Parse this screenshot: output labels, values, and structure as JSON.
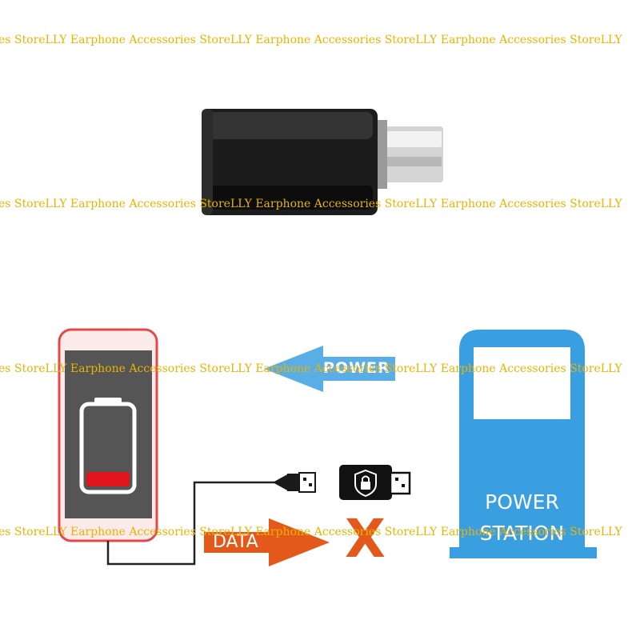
{
  "watermark": {
    "text": "es StoreLLY Earphone Accessories StoreLLY Earphone Accessories StoreLLY Earphone Accessories StoreLLY",
    "color": "#e8b400"
  },
  "labels": {
    "power_arrow": "POWER",
    "data_arrow": "DATA",
    "station_line1": "POWER",
    "station_line2": "STATION",
    "blocked_mark": "X"
  },
  "colors": {
    "power_arrow": "#5aaee6",
    "data_arrow": "#e3581b",
    "station": "#3a9fe0",
    "battery_low": "#e0141a",
    "phone_frame": "#e24a4a",
    "phone_screen": "#555555",
    "adapter_body": "#1c1c1c"
  },
  "icons": [
    "usb-plug-icon",
    "security-lock-usb-icon",
    "battery-low-icon"
  ]
}
